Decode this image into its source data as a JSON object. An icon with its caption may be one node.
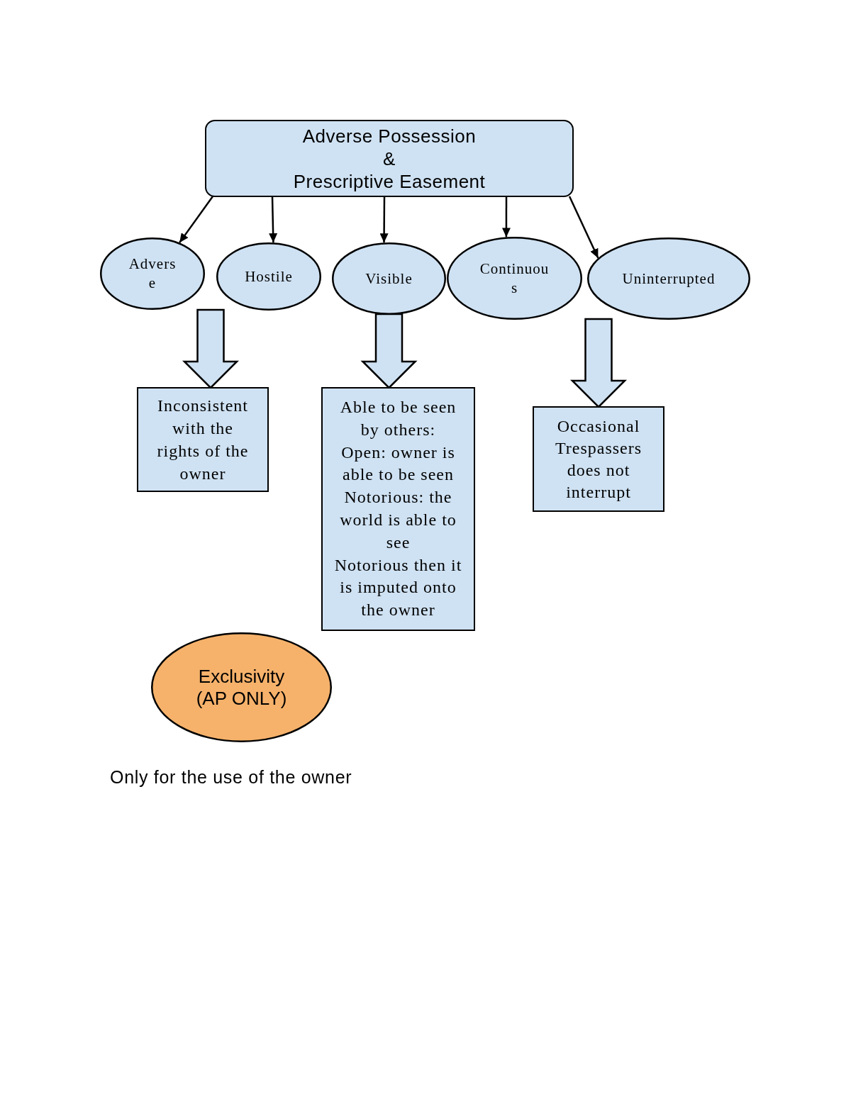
{
  "diagram": {
    "nodes": [
      {
        "text": [
          "Adverse Possession",
          "&",
          "Prescriptive Easement"
        ]
      },
      {
        "text": [
          "Adverse"
        ]
      },
      {
        "text": [
          "Hostile"
        ]
      },
      {
        "text": [
          "Visible"
        ]
      },
      {
        "text": [
          "Continuous"
        ]
      },
      {
        "text": [
          "Uninterrupted"
        ]
      },
      {
        "text": [
          "Inconsistent with the rights of the owner"
        ]
      },
      {
        "text": [
          "Able to be seen by others:",
          "Open: owner is able to be seen",
          "Notorious: the world is able to see",
          "Notorious then it is imputed onto the owner"
        ]
      },
      {
        "text": [
          "Occasional Trespassers does not interrupt"
        ]
      },
      {
        "text": [
          "Exclusivity (AP ONLY)"
        ],
        "beside": [
          "Only for the use of the owner"
        ]
      }
    ],
    "edges": [
      {
        "from": 0,
        "to": 1,
        "arrow": "to"
      },
      {
        "from": 0,
        "to": 2,
        "arrow": "to"
      },
      {
        "from": 0,
        "to": 3,
        "arrow": "to"
      },
      {
        "from": 0,
        "to": 4,
        "arrow": "to"
      },
      {
        "from": 0,
        "to": 5,
        "arrow": "to"
      },
      {
        "from": 1,
        "to": 6,
        "arrow": "to",
        "style": "thick"
      },
      {
        "from": 2,
        "to": 6,
        "arrow": "to",
        "style": "thick"
      },
      {
        "from": 3,
        "to": 7,
        "arrow": "to",
        "style": "thick"
      },
      {
        "from": 5,
        "to": 8,
        "arrow": "to",
        "style": "thick"
      }
    ]
  }
}
